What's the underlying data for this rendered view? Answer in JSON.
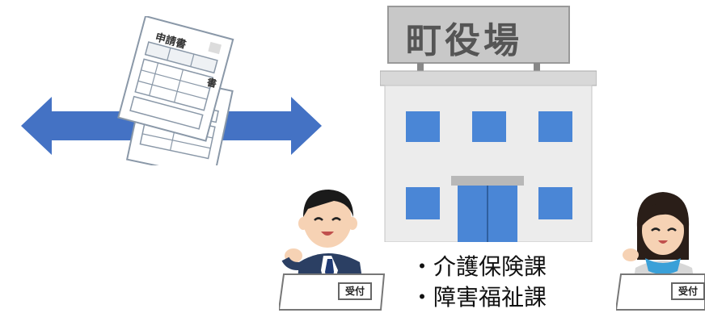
{
  "building": {
    "sign": "町役場"
  },
  "forms": {
    "front_title": "申請書",
    "back_title": "書"
  },
  "reception": {
    "left_desk_label": "受付",
    "right_desk_label": "受付"
  },
  "departments": [
    "・介護保険課",
    "・障害福祉課"
  ],
  "colors": {
    "arrow": "#4472c4",
    "building_wall": "#ececec",
    "sign_bg": "#c8c8c8",
    "window": "#4a86d6"
  }
}
